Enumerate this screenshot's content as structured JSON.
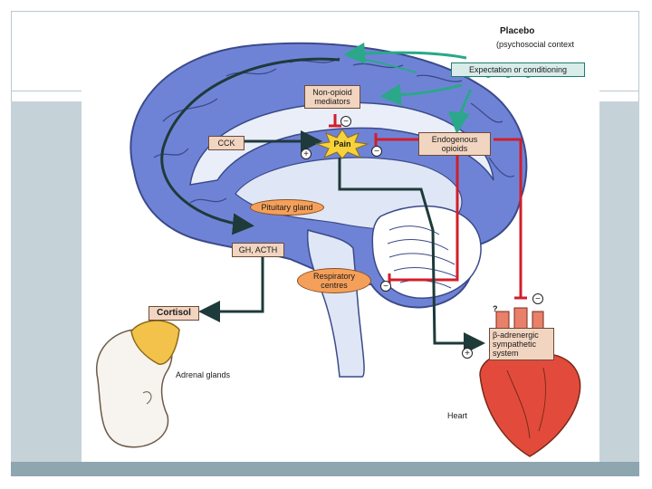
{
  "diagram": {
    "placebo": "Placebo",
    "psychosocial": "(psychosocial context",
    "expectation": "Expectation or conditioning",
    "non_opioid_line1": "Non-opioid",
    "non_opioid_line2": "mediators",
    "cck": "CCK",
    "pain": "Pain",
    "endogenous_line1": "Endogenous",
    "endogenous_line2": "opioids",
    "pituitary": "Pituitary gland",
    "gh_acth": "GH, ACTH",
    "respiratory_line1": "Respiratory",
    "respiratory_line2": "centres",
    "cortisol": "Cortisol",
    "adrenal": "Adrenal glands",
    "beta_line1": "β-adrenergic",
    "beta_line2": "sympathetic",
    "beta_line3": "system",
    "heart": "Heart",
    "question": "?",
    "plus": "+",
    "minus": "−"
  },
  "colors": {
    "brain": "#6f83d6",
    "inhibitory": "#d11f2b",
    "pathway": "#1e3a3a",
    "placebo_wave": "#2aa889",
    "band": "#c5d3d9"
  }
}
